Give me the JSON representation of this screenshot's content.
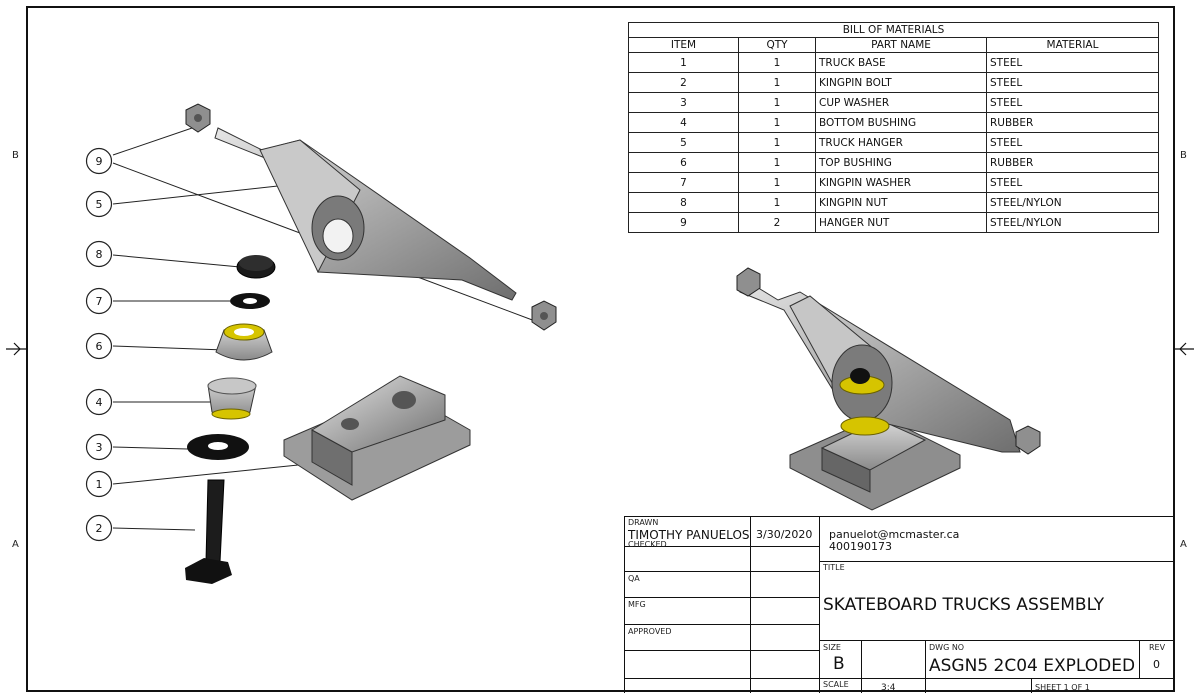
{
  "zones": {
    "left_b": "B",
    "left_a": "A",
    "right_b": "B",
    "right_a": "A"
  },
  "bom": {
    "title": "BILL OF MATERIALS",
    "headers": [
      "ITEM",
      "QTY",
      "PART NAME",
      "MATERIAL"
    ],
    "rows": [
      {
        "item": "1",
        "qty": "1",
        "part": "TRUCK BASE",
        "material": "STEEL"
      },
      {
        "item": "2",
        "qty": "1",
        "part": "KINGPIN BOLT",
        "material": "STEEL"
      },
      {
        "item": "3",
        "qty": "1",
        "part": "CUP WASHER",
        "material": "STEEL"
      },
      {
        "item": "4",
        "qty": "1",
        "part": "BOTTOM BUSHING",
        "material": "RUBBER"
      },
      {
        "item": "5",
        "qty": "1",
        "part": "TRUCK HANGER",
        "material": "STEEL"
      },
      {
        "item": "6",
        "qty": "1",
        "part": "TOP BUSHING",
        "material": "RUBBER"
      },
      {
        "item": "7",
        "qty": "1",
        "part": "KINGPIN WASHER",
        "material": "STEEL"
      },
      {
        "item": "8",
        "qty": "1",
        "part": "KINGPIN NUT",
        "material": "STEEL/NYLON"
      },
      {
        "item": "9",
        "qty": "2",
        "part": "HANGER NUT",
        "material": "STEEL/NYLON"
      }
    ]
  },
  "balloons": [
    "9",
    "5",
    "8",
    "7",
    "6",
    "4",
    "3",
    "1",
    "2"
  ],
  "title_block": {
    "drawn_label": "DRAWN",
    "drawn_name": "TIMOTHY PANUELOS",
    "drawn_date": "3/30/2020",
    "checked_label": "CHECKED",
    "qa_label": "QA",
    "mfg_label": "MFG",
    "approved_label": "APPROVED",
    "email": "panuelot@mcmaster.ca",
    "student_no": "400190173",
    "title_label": "TITLE",
    "title": "SKATEBOARD TRUCKS ASSEMBLY",
    "size_label": "SIZE",
    "size": "B",
    "dwg_no_label": "DWG NO",
    "dwg_no": "ASGN5 2C04 EXPLODED",
    "rev_label": "REV",
    "rev": "0",
    "scale_label": "SCALE",
    "scale": "3:4",
    "sheet": "SHEET 1  OF 1"
  }
}
